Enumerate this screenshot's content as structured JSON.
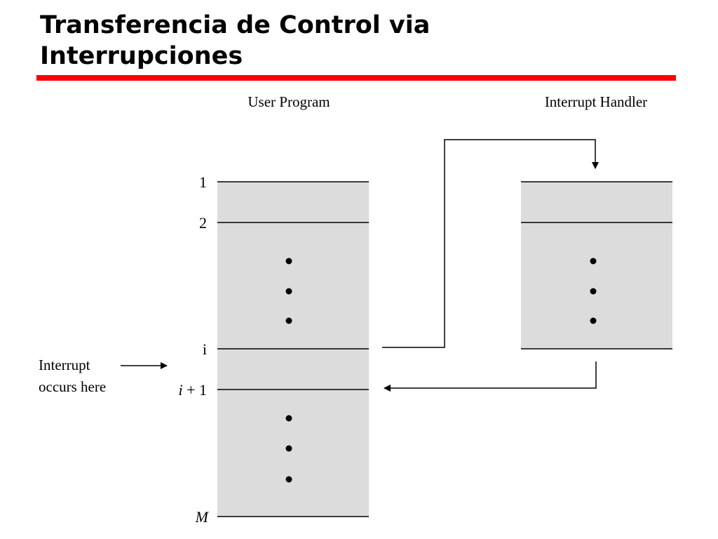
{
  "slide": {
    "title_line1": "Transferencia de Control via",
    "title_line2": "Interrupciones",
    "accent_color": "#ff0000"
  },
  "diagram": {
    "user_program_label": "User Program",
    "interrupt_handler_label": "Interrupt Handler",
    "row_labels": {
      "first": "1",
      "second": "2",
      "i": "i",
      "i_plus_1_var": "i",
      "i_plus_1_rest": " + 1",
      "last": "M"
    },
    "interrupt_note_line1": "Interrupt",
    "interrupt_note_line2": "occurs here",
    "box_fill": "#dcdcdc"
  }
}
